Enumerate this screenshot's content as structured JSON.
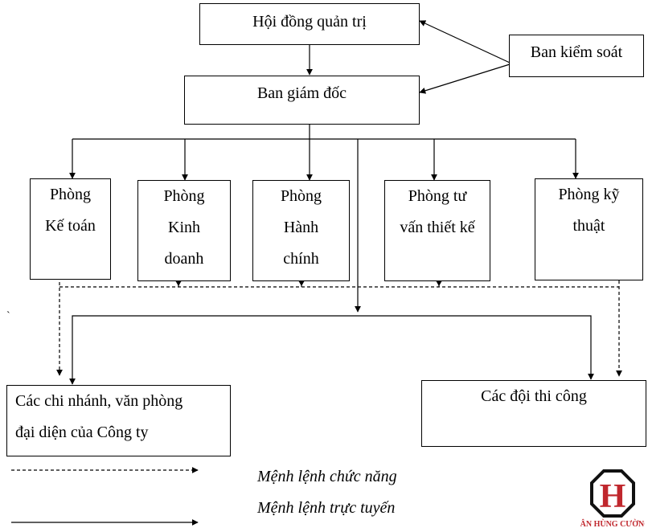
{
  "org": {
    "board": "Hội đồng quản trị",
    "supervisory": "Ban kiểm soát",
    "directors": "Ban giám đốc",
    "departments": [
      "Phòng\nKế toán",
      "Phòng\nKinh\ndoanh",
      "Phòng\nHành\nchính",
      "Phòng tư\nvấn thiết kế",
      "Phòng kỹ\nthuật"
    ],
    "branches": "Các chi nhánh, văn phòng\nđại diện của Công ty",
    "construction": "Các đội thi công"
  },
  "legend": {
    "functional": "Mệnh lệnh chức năng",
    "direct": "Mệnh lệnh trực tuyến"
  },
  "stray_mark": "`",
  "logo": {
    "letter": "H",
    "caption": "TÂN HÙNG CƯỜNG",
    "ring_color": "#111111",
    "letter_color": "#c0272d",
    "caption_color": "#c0272d"
  }
}
